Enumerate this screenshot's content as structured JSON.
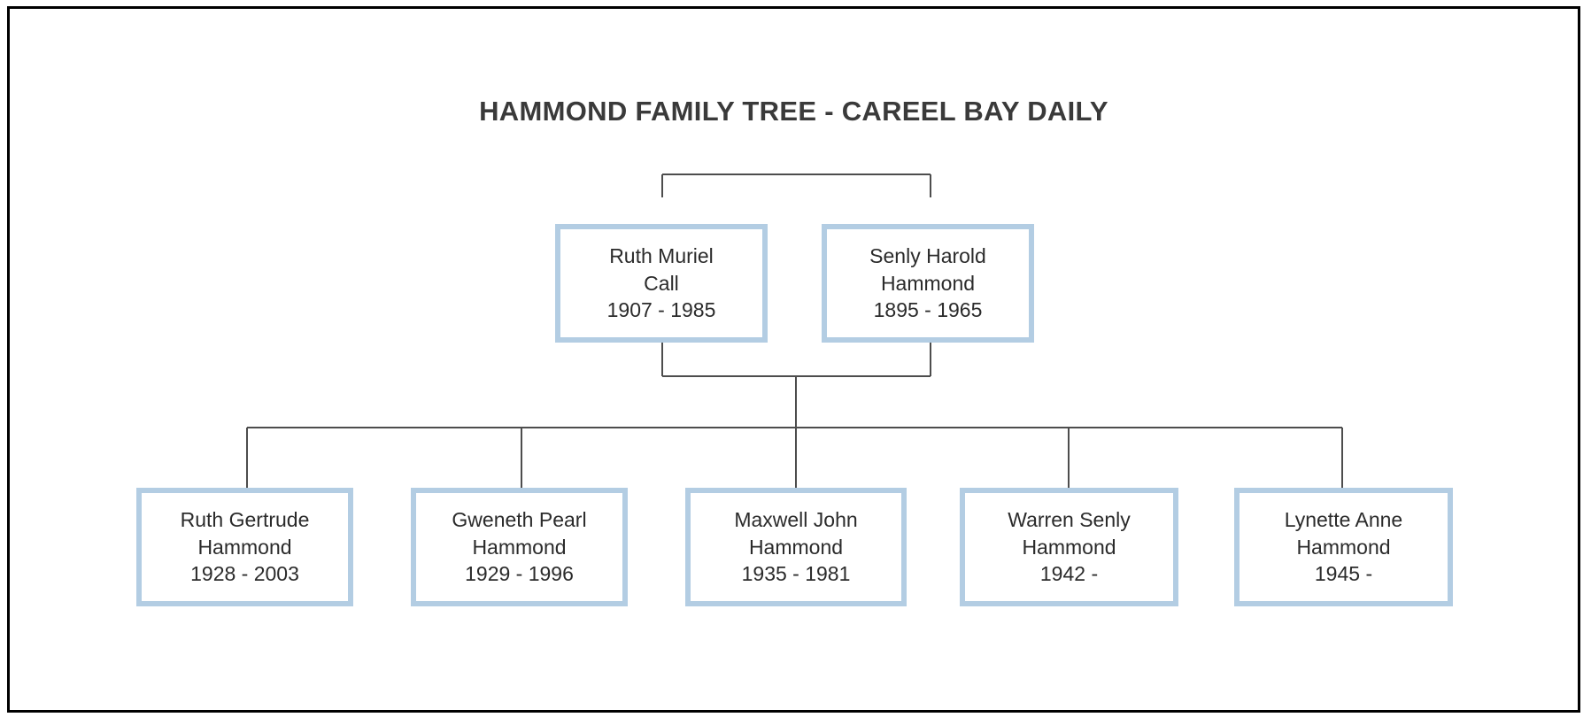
{
  "document": {
    "title": "HAMMOND FAMILY TREE - CAREEL BAY DAILY",
    "border_color": "#000000",
    "background_color": "#ffffff",
    "node_border_color": "#b3cde3",
    "connector_color": "#4d4d4d",
    "text_color": "#2b2b2b"
  },
  "chart_data": {
    "type": "diagram",
    "diagram_kind": "family-tree",
    "title": "HAMMOND FAMILY TREE - CAREEL BAY DAILY",
    "generations": 2,
    "couple": [
      {
        "name": "Ruth Muriel\nCall",
        "dates": "1907 - 1985",
        "birth": 1907,
        "death": 1985
      },
      {
        "name": "Senly Harold\nHammond",
        "dates": "1895 - 1965",
        "birth": 1895,
        "death": 1965
      }
    ],
    "children": [
      {
        "name": "Ruth Gertrude\nHammond",
        "dates": "1928 - 2003",
        "birth": 1928,
        "death": 2003
      },
      {
        "name": "Gweneth Pearl\nHammond",
        "dates": "1929 - 1996",
        "birth": 1929,
        "death": 1996
      },
      {
        "name": "Maxwell John\nHammond",
        "dates": "1935 - 1981",
        "birth": 1935,
        "death": 1981
      },
      {
        "name": "Warren Senly\nHammond",
        "dates": "1942 -",
        "birth": 1942,
        "death": null
      },
      {
        "name": "Lynette Anne\nHammond",
        "dates": "1945 -",
        "birth": 1945,
        "death": null
      }
    ]
  }
}
